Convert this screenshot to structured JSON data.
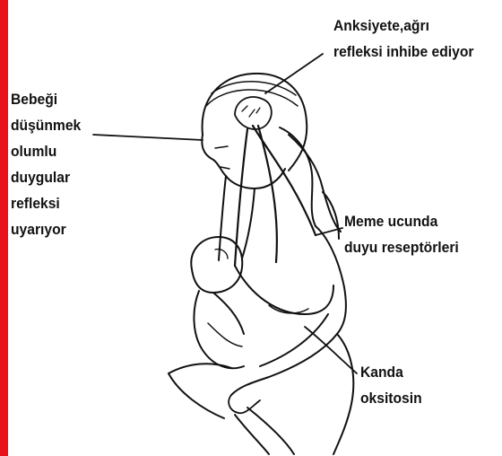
{
  "labels": {
    "anxiety": [
      "Anksiyete,ağrı",
      "refleksi inhibe ediyor"
    ],
    "thinking_of_baby": [
      "Bebeği",
      "düşünmek",
      "olumlu",
      "duygular",
      "refleksi",
      "uyarıyor"
    ],
    "nipple_receptors": [
      "Meme ucunda",
      "duyu reseptörleri"
    ],
    "blood_oxytocin": [
      "Kanda",
      "oksitosin"
    ]
  },
  "colors": {
    "accent_bar": "#e8121b",
    "ink": "#111111"
  },
  "icons": [
    "brain-icon"
  ]
}
